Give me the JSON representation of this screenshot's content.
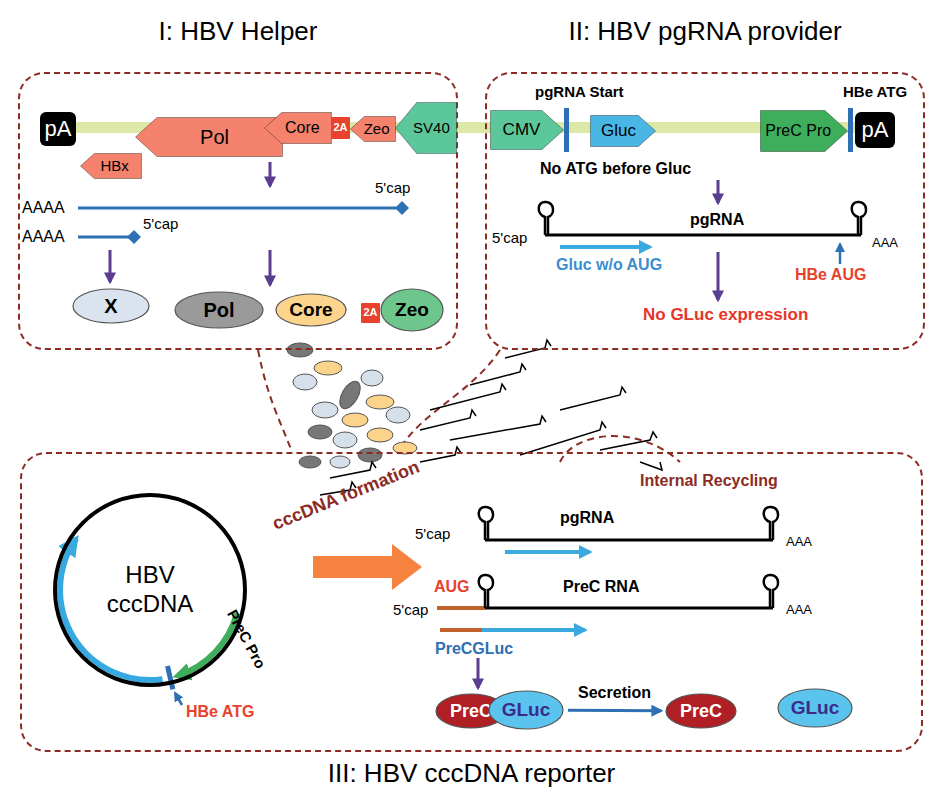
{
  "diagram": {
    "nodes": [
      {
        "text": [
          "I: HBV Helper"
        ]
      },
      {
        "text": [
          "pA"
        ],
        "in": 0
      },
      {
        "text": [
          "Pol"
        ],
        "in": 0
      },
      {
        "text": [
          "HBx"
        ],
        "in": 0
      },
      {
        "text": [
          "Core"
        ],
        "in": 0
      },
      {
        "text": [
          "2A"
        ],
        "in": 0
      },
      {
        "text": [
          "Zeo"
        ],
        "in": 0
      },
      {
        "text": [
          "SV40"
        ],
        "in": 0
      },
      {
        "text": [
          "X"
        ],
        "in": 0
      },
      {
        "text": [
          "Pol"
        ],
        "in": 0
      },
      {
        "text": [
          "Core"
        ],
        "in": 0
      },
      {
        "text": [
          "2A"
        ],
        "in": 0
      },
      {
        "text": [
          "Zeo"
        ],
        "in": 0
      },
      {
        "text": [
          "II: HBV pgRNA provider"
        ]
      },
      {
        "text": [
          "CMV"
        ],
        "in": 13
      },
      {
        "text": [
          "Gluc"
        ],
        "in": 13
      },
      {
        "text": [
          "PreC Pro"
        ],
        "in": 13
      },
      {
        "text": [
          "pA"
        ],
        "in": 13
      },
      {
        "text": [
          "III: HBV cccDNA reporter"
        ]
      },
      {
        "text": [
          "HBV cccDNA"
        ],
        "in": 18
      },
      {
        "text": [
          "PreC"
        ],
        "in": 18
      },
      {
        "text": [
          "GLuc"
        ],
        "in": 18
      },
      {
        "text": [
          "PreC"
        ],
        "in": 18
      },
      {
        "text": [
          "GLuc"
        ],
        "in": 18
      }
    ],
    "edges": [
      {
        "from": 21,
        "to": 22,
        "label": "Secretion",
        "arrow": "to"
      }
    ],
    "labels": [
      "AAAA",
      "5'cap",
      "AAAA",
      "5'cap",
      "pgRNA Start",
      "HBe ATG",
      "No ATG before Gluc",
      "5'cap",
      "pgRNA",
      "AAA",
      "Gluc w/o AUG",
      "HBe AUG",
      "No GLuc expression",
      "cccDNA formation",
      "Internal Recycling",
      "PreC Pro",
      "HBe ATG",
      "5'cap",
      "pgRNA",
      "AAA",
      "AUG",
      "5'cap",
      "PreC RNA",
      "AAA",
      "PreCGLuc"
    ]
  }
}
